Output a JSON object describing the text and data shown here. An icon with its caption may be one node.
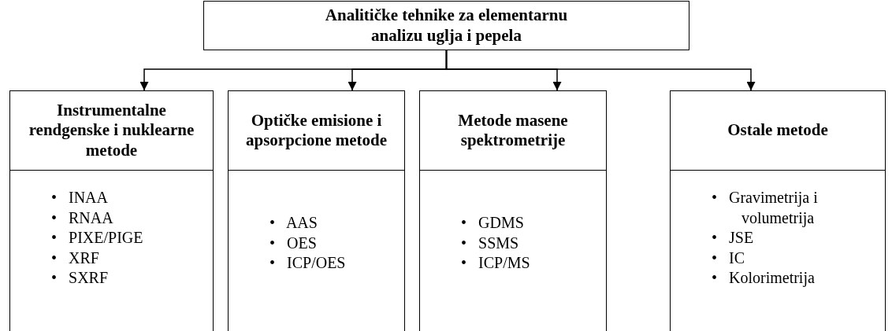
{
  "diagram": {
    "nodes": [
      {
        "text": [
          "Analitičke tehnike za elementarnu analizu uglja i pepela"
        ]
      },
      {
        "text": [
          "Instrumentalne rendgenske i nuklearne metode"
        ]
      },
      {
        "text": [
          "Optičke emisione i apsorpcione metode"
        ]
      },
      {
        "text": [
          "Metode masene spektrometrije"
        ]
      },
      {
        "text": [
          "Ostale metode"
        ]
      },
      {
        "text": [
          "•   INAA",
          "•   RNAA",
          "•   PIXE/PIGE",
          "•   XRF",
          "•   SXRF"
        ]
      },
      {
        "text": [
          "•   AAS",
          "•   OES",
          "•   ICP/OES"
        ]
      },
      {
        "text": [
          "•   GDMS",
          "•   SSMS",
          "•   ICP/MS"
        ]
      },
      {
        "text": [
          "•   Gravimetrija i volumetrija",
          "•   JSE",
          "•   IC",
          "•   Kolorimetrija"
        ]
      }
    ],
    "edges": [
      {
        "from": 0,
        "to": 1,
        "arrow": "to"
      },
      {
        "from": 0,
        "to": 2,
        "arrow": "to"
      },
      {
        "from": 0,
        "to": 3,
        "arrow": "to"
      },
      {
        "from": 0,
        "to": 4,
        "arrow": "to"
      }
    ]
  }
}
